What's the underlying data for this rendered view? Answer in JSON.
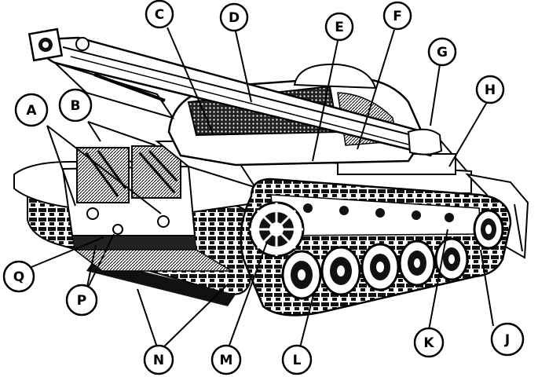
{
  "figure": {
    "colors": {
      "ink": "#000000",
      "paper": "#ffffff",
      "shade": "#1a1a1a"
    },
    "callouts": [
      {
        "id": "A",
        "label": "A"
      },
      {
        "id": "B",
        "label": "B"
      },
      {
        "id": "C",
        "label": "C"
      },
      {
        "id": "D",
        "label": "D"
      },
      {
        "id": "E",
        "label": "E"
      },
      {
        "id": "F",
        "label": "F"
      },
      {
        "id": "G",
        "label": "G"
      },
      {
        "id": "H",
        "label": "H"
      },
      {
        "id": "J",
        "label": "J"
      },
      {
        "id": "K",
        "label": "K"
      },
      {
        "id": "L",
        "label": "L"
      },
      {
        "id": "M",
        "label": "M"
      },
      {
        "id": "N",
        "label": "N"
      },
      {
        "id": "P",
        "label": "P"
      },
      {
        "id": "Q",
        "label": "Q"
      }
    ]
  }
}
